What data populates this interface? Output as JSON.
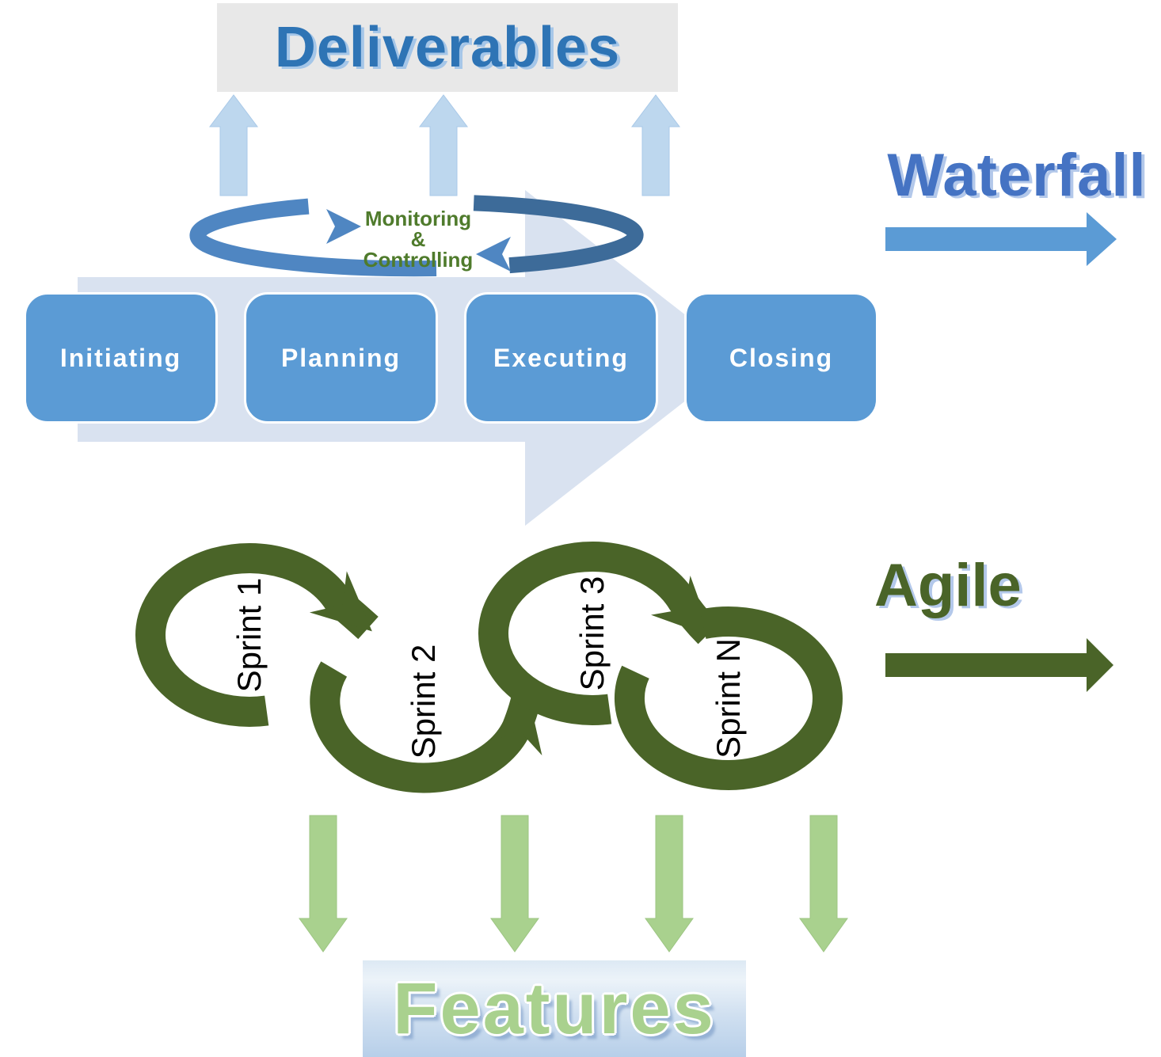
{
  "deliverables": {
    "label": "Deliverables"
  },
  "waterfall": {
    "label": "Waterfall",
    "phases": [
      "Initiating",
      "Planning",
      "Executing",
      "Closing"
    ]
  },
  "monitoring": {
    "lines": [
      "Monitoring",
      "&",
      "Controlling"
    ]
  },
  "agile": {
    "label": "Agile",
    "sprints": [
      "Sprint 1",
      "Sprint 2",
      "Sprint 3",
      "Sprint N"
    ],
    "features_label": "Features"
  },
  "colors": {
    "phase_box_blue": "#5b9bd5",
    "flow_band_light_blue": "#d9e2f0",
    "monitor_loop_light_blue": "#4f86c2",
    "monitor_loop_dark_blue": "#3d6b99",
    "sprint_loop_green": "#4a6428",
    "feature_arrow_green": "#a9d18e",
    "deliverable_arrow_blue": "#bdd7ee",
    "deliverables_text_blue": "#2e74b5",
    "waterfall_text_blue": "#4573c3",
    "agile_text_green": "#4a6428",
    "monitoring_text_green": "#4f7b2c",
    "deliverables_bg_gray": "#e8e8e8",
    "features_bg_blue": "#c3d8ed"
  }
}
